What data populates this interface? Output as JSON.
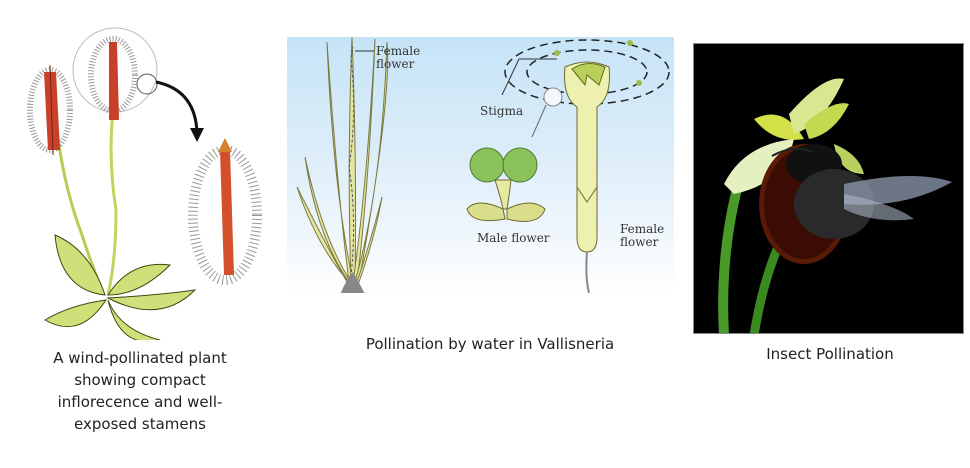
{
  "figures": [
    {
      "id": "wind",
      "caption": "A wind-pollinated plant showing compact inflorecence and well-exposed stamens",
      "caption_lines": [
        "A wind-pollinated plant",
        "showing compact",
        "inflorecence and well-",
        "exposed stamens"
      ],
      "icon": "wind-pollinated-plant-illustration"
    },
    {
      "id": "water",
      "caption": "Pollination by water in Vallisneria",
      "labels": {
        "female_flower_top": [
          "Female",
          "flower"
        ],
        "stigma": "Stigma",
        "male_flower": "Male flower",
        "female_flower_right": [
          "Female",
          "flower"
        ]
      },
      "icon": "vallisneria-diagram"
    },
    {
      "id": "insect",
      "caption": "Insect Pollination",
      "icon": "bee-on-orchid-photo"
    }
  ],
  "colors": {
    "water_bg_top": "#c6e4f7",
    "leaf_green": "#c9dd6a",
    "spike_red": "#c8402a",
    "photo_bg": "#000000"
  }
}
